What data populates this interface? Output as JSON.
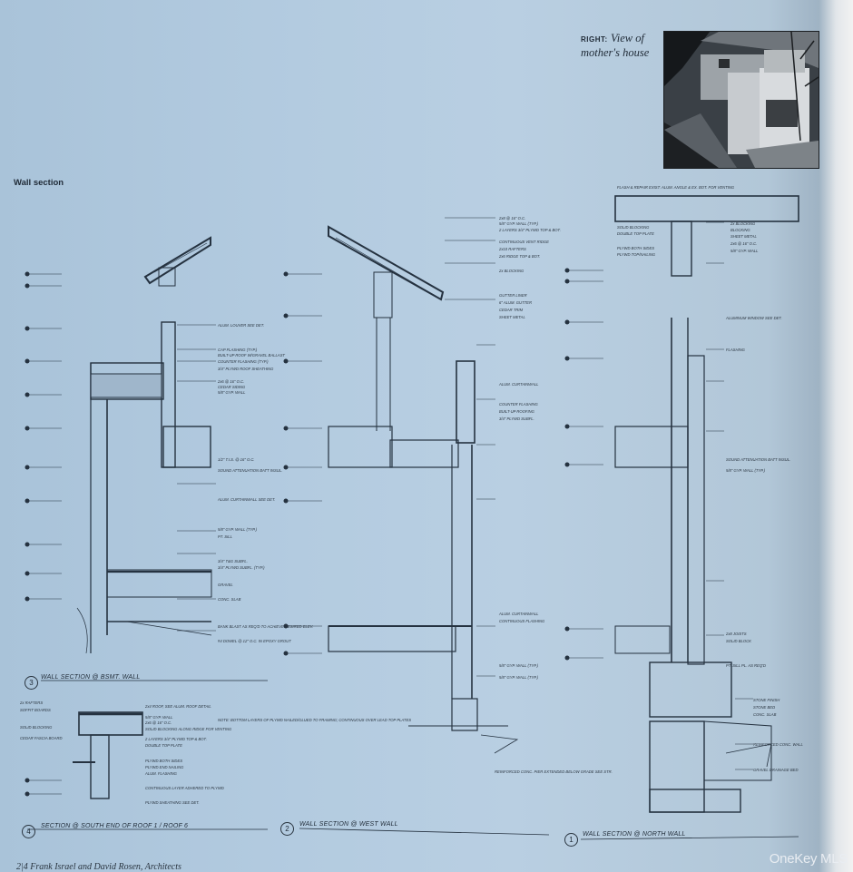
{
  "caption": {
    "lead": "RIGHT:",
    "text_line1": "View of",
    "text_line2": "mother's house"
  },
  "photo": {
    "subject": "View of mother's house",
    "style": "black-and-white photograph"
  },
  "page_heading": "Wall section",
  "drawings": [
    {
      "number": "3",
      "title": "WALL SECTION @ BSMT. WALL"
    },
    {
      "number": "4",
      "title": "SECTION @ SOUTH END OF ROOF 1 / ROOF 6"
    },
    {
      "number": "2",
      "title": "WALL SECTION @ WEST WALL"
    },
    {
      "number": "1",
      "title": "WALL SECTION @ NORTH WALL"
    }
  ],
  "notes": {
    "drawing_3": [
      "ALUM. LOUVER SEE DET.",
      "CAP FLASHING (TYP.)",
      "BUILT-UP ROOF W/GRAVEL BALLAST",
      "COUNTER FLASHING (TYP.)",
      "3/4\" PLYWD ROOF SHEATHING",
      "2x6 @ 16\" O.C.",
      "CEDAR SIDING",
      "5/8\" GYP. WALL",
      "1/2\" T.I.S. @ 16\" O.C.",
      "SOUND ATTENUATION BATT INSUL.",
      "ALUM. CURTAINWALL SEE DET.",
      "5/8\" GYP. WALL (TYP.)",
      "PT. SILL",
      "3/4\" PLYWD SUBFL. (TYP.)",
      "3/4\" T&G SUBFL.",
      "GRAVEL",
      "CONC. SLAB",
      "BANK BLAST AS REQ'D TO ACHIEVE DESIRED ELEV.",
      "#4 DOWEL @ 12\" O.C. IN EPOXY GROUT"
    ],
    "drawing_4": [
      "2x RAFTERS",
      "SOFFIT BOARDS",
      "SOLID BLOCKING",
      "CEDAR FASCIA BOARD",
      "2x4 ROOF, SEE ALUM. ROOF DETAIL",
      "5/8\" GYP. WALL",
      "2x6 @ 16\" O.C.",
      "SOLID BLOCKING ALONG RIDGE FOR VENTING",
      "2 LAYERS 3/4\" PLYWD TOP & BOT.",
      "DOUBLE TOP PLATE",
      "PLYWD BOTH SIDES",
      "PLYWD END NAILING",
      "ALUM. FLASHING",
      "CONTINUOUS LAYER ADHERED TO PLYWD",
      "PLYWD SHEATHING SEE DET."
    ],
    "drawing_4_note": "NOTE: BOTTOM LAYERS OF PLYWD NAILED/GLUED TO FRAMING; CONTINUOUS OVER LEAD TOP PLATES",
    "drawing_2": [
      "2x8 @ 16\" O.C.",
      "5/8\" GYP. WALL (TYP.)",
      "2 LAYERS 3/4\" PLYWD TOP & BOT.",
      "CONTINUOUS VENT RIDGE",
      "2x10 RAFTERS",
      "2x6 RIDGE TOP & BOT.",
      "2x BLOCKING",
      "GUTTER LINER",
      "6\" ALUM. GUTTER",
      "CEDAR TRIM",
      "SHEET METAL",
      "ALUM. CURTAINWALL",
      "COUNTER FLASHING",
      "BUILT-UP ROOFING",
      "3/4\" PLYWD SUBFL.",
      "ALUM. CURTAINWALL",
      "CONTINUOUS FLASHING",
      "5/8\" GYP. WALL (TYP.)",
      "5/8\" GYP. WALL (TYP.)",
      "REINFORCED CONC. PIER EXTENDED BELOW GRADE SEE STR."
    ],
    "drawing_1": [
      "FLASH & REPAIR EXIST. ALUM. ANGLE & EX. BOT. FOR VENTING",
      "SOLID BLOCKING",
      "DOUBLE TOP PLATE",
      "PLYWD BOTH SIDES",
      "PLYWD TOP/NAILING",
      "2x BLOCKING",
      "BLOCKING",
      "SHEET METAL",
      "2x6 @ 16\" O.C.",
      "5/8\" GYP. WALL",
      "ALUMINUM WINDOW SEE DET.",
      "FLASHING",
      "SOUND ATTENUATION BATT INSUL.",
      "5/8\" GYP. WALL (TYP.)",
      "2x8 JOISTS",
      "SOLID BLOCK",
      "PT. SILL PL. AS REQ'D",
      "STONE FINISH",
      "STONE BED",
      "CONC. SLAB",
      "REINFORCED CONC. WALL",
      "GRAVEL DRAINAGE BED"
    ]
  },
  "footer": {
    "text": "2|4  Frank Israel and David Rosen, Architects"
  },
  "watermark": "OneKey MLS"
}
